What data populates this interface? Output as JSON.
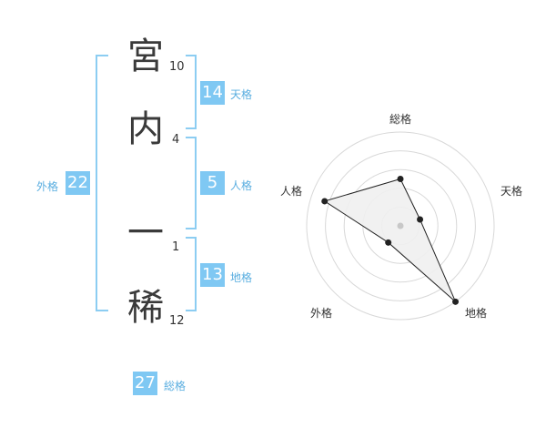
{
  "name": {
    "chars": [
      {
        "char": "宮",
        "strokes": "10"
      },
      {
        "char": "内",
        "strokes": "4"
      },
      {
        "char": "一",
        "strokes": "1"
      },
      {
        "char": "稀",
        "strokes": "12"
      }
    ]
  },
  "fortunes": {
    "tenkaku": {
      "value": "14",
      "label": "天格"
    },
    "jinkaku": {
      "value": "5",
      "label": "人格"
    },
    "chikaku": {
      "value": "13",
      "label": "地格"
    },
    "gaikaku": {
      "value": "22",
      "label": "外格"
    },
    "soukaku": {
      "value": "27",
      "label": "総格"
    }
  },
  "chart_data": {
    "type": "radar",
    "axes": [
      "総格",
      "天格",
      "地格",
      "外格",
      "人格"
    ],
    "values": [
      0.5,
      0.22,
      1.0,
      0.22,
      0.85
    ],
    "rings": 5,
    "colors": {
      "fill": "#f0f0f0",
      "line": "#222222",
      "grid": "#d8d8d8",
      "center": "#c8c8c8"
    }
  }
}
